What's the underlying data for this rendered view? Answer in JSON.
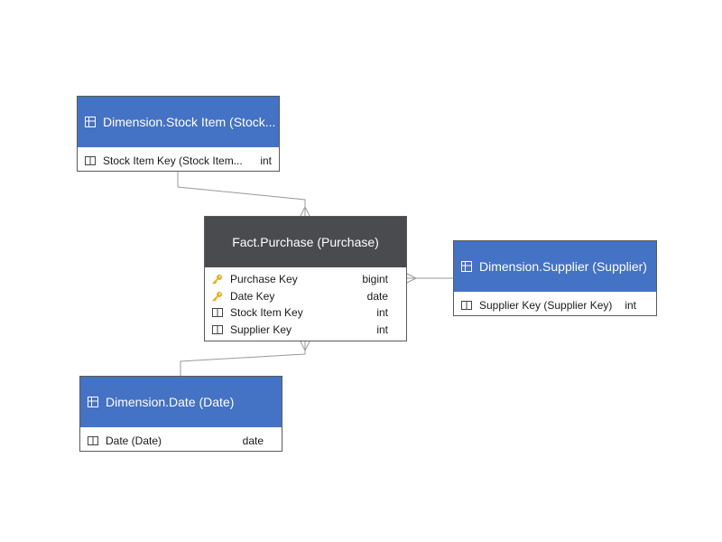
{
  "colors": {
    "dimension_header": "#4472c4",
    "fact_header": "#4a4b4f",
    "key_icon": "#e8b020",
    "connector": "#9a9a9a"
  },
  "entities": {
    "stock_item": {
      "title": "Dimension.Stock Item (Stock...",
      "header_icon": "table-icon",
      "fields": [
        {
          "name": "Stock Item Key (Stock Item...",
          "type": "int",
          "icon": "column-icon"
        }
      ]
    },
    "purchase": {
      "title": "Fact.Purchase (Purchase)",
      "fields": [
        {
          "name": "Purchase Key",
          "type": "bigint",
          "icon": "key-icon"
        },
        {
          "name": "Date Key",
          "type": "date",
          "icon": "key-icon"
        },
        {
          "name": "Stock Item Key",
          "type": "int",
          "icon": "column-icon"
        },
        {
          "name": "Supplier Key",
          "type": "int",
          "icon": "column-icon"
        }
      ]
    },
    "supplier": {
      "title": "Dimension.Supplier (Supplier)",
      "header_icon": "table-icon",
      "fields": [
        {
          "name": "Supplier Key (Supplier Key)",
          "type": "int",
          "icon": "column-icon"
        }
      ]
    },
    "date": {
      "title": "Dimension.Date (Date)",
      "header_icon": "table-icon",
      "fields": [
        {
          "name": "Date (Date)",
          "type": "date",
          "icon": "column-icon"
        }
      ]
    }
  }
}
